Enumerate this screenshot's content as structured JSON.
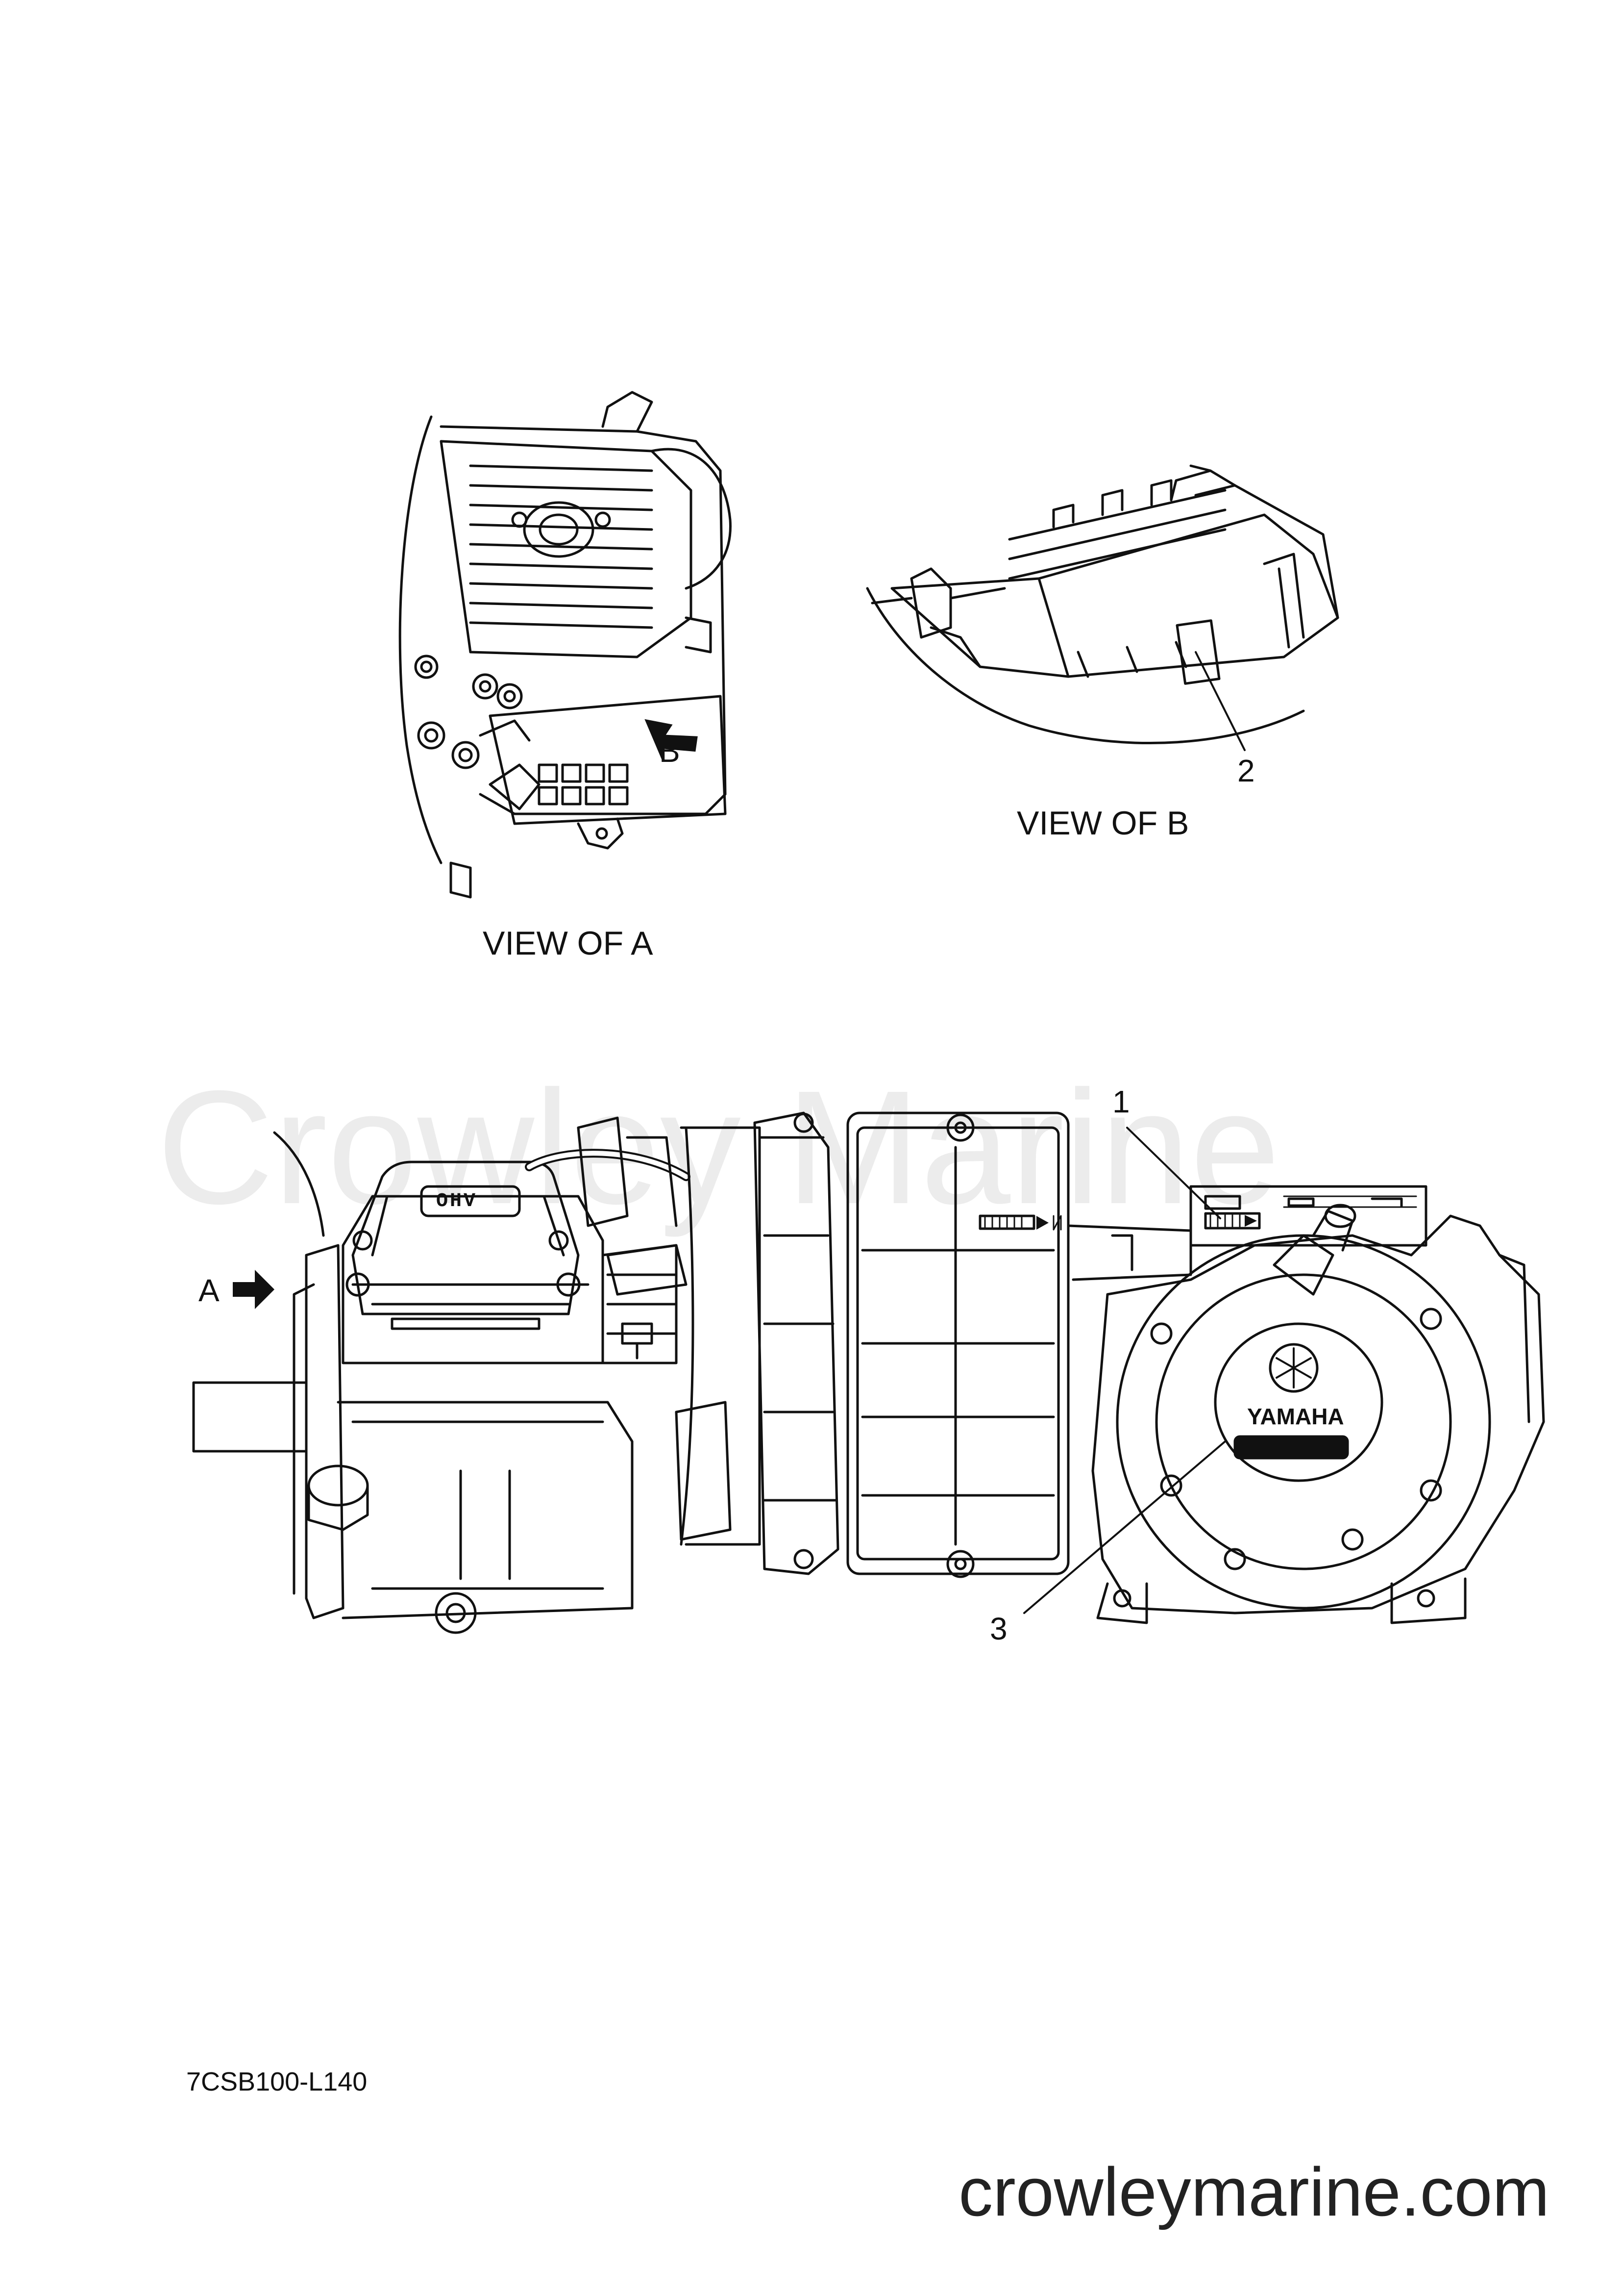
{
  "watermark": "Crowley Marine",
  "views": {
    "view_a_title": "VIEW OF A",
    "view_b_title": "VIEW OF B",
    "arrow_a_label": "A",
    "arrow_b_label": "B"
  },
  "callouts": [
    "1",
    "2",
    "3"
  ],
  "engine_marks": {
    "ohv": "OHV",
    "brand": "YAMAHA"
  },
  "drawing_code": "7CSB100-L140",
  "site_url": "crowleymarine.com",
  "colors": {
    "line": "#111111",
    "watermark": "#ececec",
    "background": "#ffffff"
  }
}
